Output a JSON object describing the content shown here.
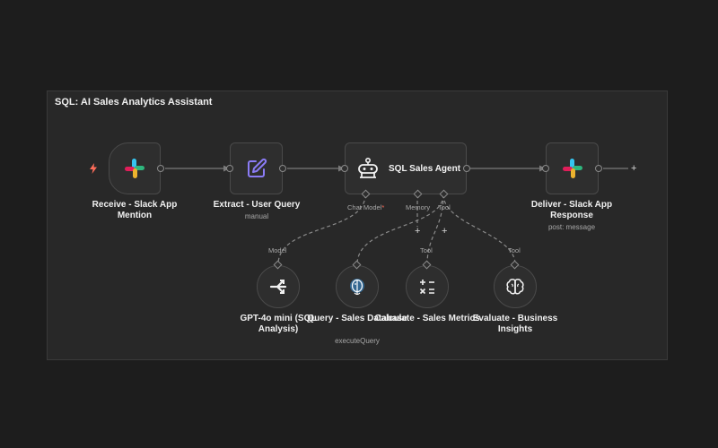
{
  "frame": {
    "title": "SQL: AI Sales Analytics Assistant"
  },
  "nodes": {
    "receive": {
      "title": "Receive - Slack App Mention",
      "icon": "slack-icon"
    },
    "extract": {
      "title": "Extract - User Query",
      "subtitle": "manual",
      "icon": "edit-icon"
    },
    "agent": {
      "title": "SQL Sales Agent",
      "icon": "robot-icon"
    },
    "deliver": {
      "title": "Deliver - Slack App Response",
      "subtitle": "post: message",
      "icon": "slack-icon"
    },
    "gpt": {
      "title": "GPT-4o mini (SQL Analysis)",
      "icon": "openai-router-icon"
    },
    "query": {
      "title": "Query - Sales Database",
      "subtitle": "executeQuery",
      "icon": "postgres-icon"
    },
    "calc": {
      "title": "Calculate - Sales Metrics",
      "icon": "calculator-icon"
    },
    "evaluate": {
      "title": "Evaluate - Business Insights",
      "icon": "brain-icon"
    }
  },
  "ports": {
    "chat_model": "Chat Model",
    "chat_model_required": "*",
    "memory": "Memory",
    "tool": "Tool"
  },
  "edge_labels": {
    "model": "Model",
    "tool_calc": "Tool",
    "tool_eval": "Tool"
  },
  "plus": "+",
  "colors": {
    "accent_trigger": "#ff6d5a",
    "edit": "#8b7cf6",
    "postgres": "#336791"
  }
}
